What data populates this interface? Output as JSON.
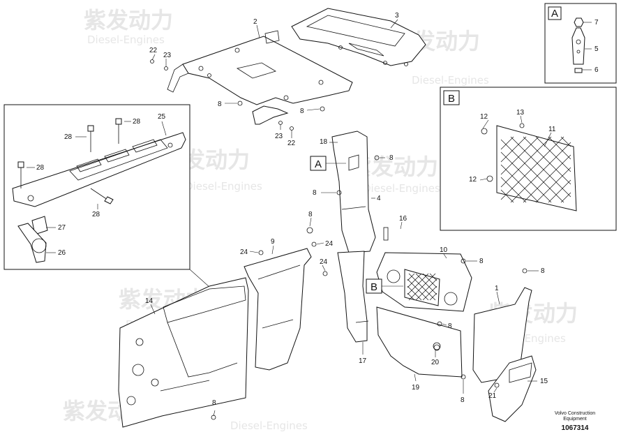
{
  "watermark": {
    "brand_cn": "紫发动力",
    "brand_en": "Diesel-Engines"
  },
  "credit": {
    "line1": "Volvo Construction",
    "line2": "Equipment"
  },
  "document_number": "1067314",
  "detail_a": {
    "label": "A",
    "callouts": [
      "7",
      "5",
      "6"
    ]
  },
  "detail_b": {
    "label": "B",
    "callouts": [
      "12",
      "13",
      "11",
      "12"
    ]
  },
  "zoom_box": {
    "callouts": [
      "25",
      "28",
      "28",
      "28",
      "28",
      "27",
      "26"
    ]
  },
  "markers": {
    "a": "A",
    "b": "B"
  },
  "callouts": [
    "2",
    "3",
    "22",
    "23",
    "8",
    "8",
    "23",
    "22",
    "18",
    "8",
    "8",
    "4",
    "8",
    "9",
    "24",
    "24",
    "24",
    "16",
    "10",
    "8",
    "8",
    "14",
    "1",
    "8",
    "20",
    "17",
    "19",
    "8",
    "15",
    "21",
    "8"
  ]
}
